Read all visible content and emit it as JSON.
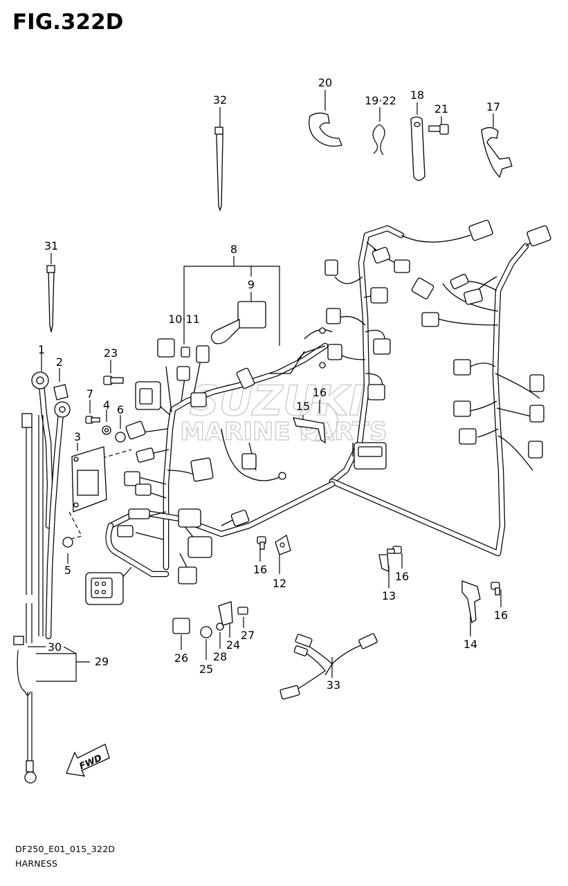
{
  "figure": {
    "title": "FIG.322D",
    "code": "DF250_E01_015_322D",
    "name": "HARNESS"
  },
  "watermark": {
    "brand": "SUZUKI",
    "subtitle": "MARINE PARTS"
  },
  "fwd_arrow": "FWD",
  "callouts": {
    "c1": "1",
    "c2": "2",
    "c3": "3",
    "c4": "4",
    "c5": "5",
    "c6": "6",
    "c7": "7",
    "c8": "8",
    "c9": "9",
    "c10_11": "10·11",
    "c12": "12",
    "c13": "13",
    "c14": "14",
    "c15": "15",
    "c16a": "16",
    "c16b": "16",
    "c16c": "16",
    "c16d": "16",
    "c17": "17",
    "c18": "18",
    "c19_22": "19·22",
    "c20": "20",
    "c21": "21",
    "c23": "23",
    "c24": "24",
    "c25": "25",
    "c26": "26",
    "c27": "27",
    "c28": "28",
    "c29": "29",
    "c30": "30",
    "c31": "31",
    "c32": "32",
    "c33": "33"
  }
}
